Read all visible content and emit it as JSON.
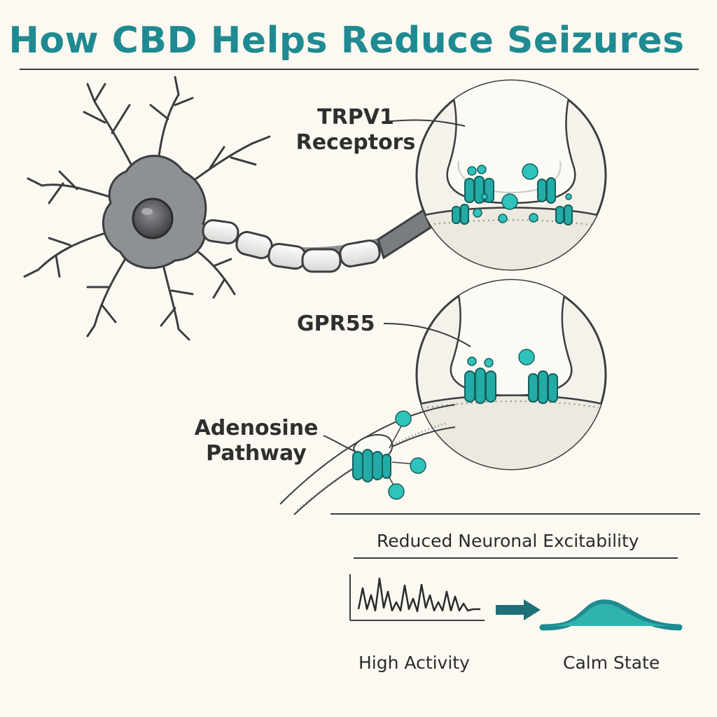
{
  "title": "How CBD Helps Reduce Seizures",
  "labels": {
    "trpv1": "TRPV1",
    "receptors": "Receptors",
    "gpr55": "GPR55",
    "adenosine": "Adenosine",
    "pathway": "Pathway"
  },
  "excitability": {
    "heading": "Reduced Neuronal Excitability",
    "high_label": "High Activity",
    "calm_label": "Calm State"
  },
  "colors": {
    "accent": "#1f8a91",
    "teal": "#27b3ad",
    "neuron": "#7a7d80",
    "ink": "#2f2f2f"
  }
}
